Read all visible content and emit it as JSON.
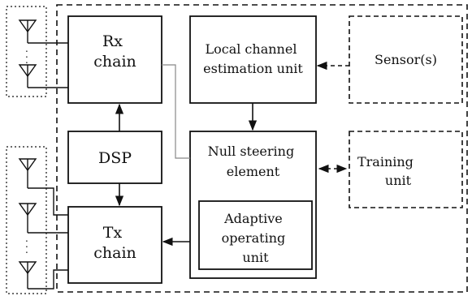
{
  "blocks": {
    "rx_chain": {
      "lines": [
        "Rx",
        "chain"
      ]
    },
    "dsp": {
      "lines": [
        "DSP"
      ]
    },
    "tx_chain": {
      "lines": [
        "Tx",
        "chain"
      ]
    },
    "local_channel_estimation": {
      "lines": [
        "Local channel",
        "estimation unit"
      ]
    },
    "null_steering": {
      "lines": [
        "Null steering",
        "element"
      ]
    },
    "adaptive_operating": {
      "lines": [
        "Adaptive",
        "operating",
        "unit"
      ]
    },
    "sensors": {
      "lines": [
        "Sensor(s)"
      ]
    },
    "training_unit": {
      "lines": [
        "Training",
        "unit"
      ]
    }
  },
  "antenna_ellipsis": ".\n.\n."
}
